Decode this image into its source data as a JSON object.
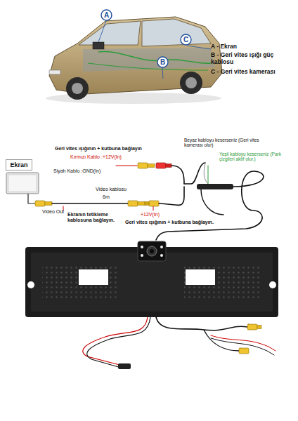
{
  "diagram": {
    "nodes": [
      {
        "text": [
          "A"
        ]
      },
      {
        "text": [
          "C"
        ]
      },
      {
        "text": [
          "B"
        ]
      },
      {
        "text": [
          "Ekran"
        ]
      }
    ],
    "labels": [
      "A - Ekran",
      "B - Geri vites ışığı güç kablosu",
      "C - Geri vites kamerası",
      "Geri vites ışığının + kutbuna bağlayın",
      "Kırmızı Kablo :+12V(In)",
      "Siyah Kablo :GND(In)",
      "Beyaz kabloyu keserseniz (Geri vites kamerası olur)",
      "Yeşil kabloyu keserseniz (Park çizgileri aktif olur.)",
      "Video kablosu",
      "6m",
      "Video Out",
      "Ekranın tetikleme kablosuna bağlayın.",
      "+12V(In)",
      "Geri vites ışığının + kutbuna bağlayın."
    ]
  }
}
